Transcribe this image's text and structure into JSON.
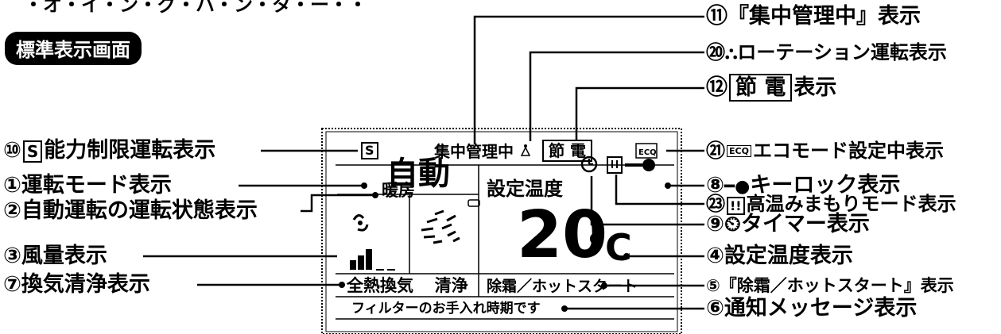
{
  "header": {
    "partial_top_text": "・オ・イ・ン・グ・ハ・ン・タ・ー・・"
  },
  "screen_badge": "標準表示画面",
  "panel": {
    "top_row": {
      "capacity_icon": "S",
      "central_control": "集中管理中",
      "rotation_icon": "ローテーション",
      "power_save": "節 電",
      "eco_icon": "ECO"
    },
    "mode": "自動",
    "auto_state": "暖房",
    "set_temp_label": "設定温度",
    "set_temp_value": "20",
    "set_temp_unit": "°C",
    "ventilation": [
      "全熱換気",
      "清浄"
    ],
    "defrost": "除霜／ホットスタート",
    "notice": "フィルターのお手入れ時期です"
  },
  "callouts_left": [
    {
      "num": "⑩",
      "icon": "S",
      "text": "能力制限運転表示"
    },
    {
      "num": "①",
      "text": "運転モード表示"
    },
    {
      "num": "②",
      "text": "自動運転の運転状態表示"
    },
    {
      "num": "③",
      "text": "風量表示"
    },
    {
      "num": "⑦",
      "text": "換気清浄表示"
    }
  ],
  "callouts_right": [
    {
      "num": "⑪",
      "text": "『集中管理中』表示"
    },
    {
      "num": "⑳",
      "icon": "rotation",
      "text": "ローテーション運転表示"
    },
    {
      "num": "⑫",
      "boxed": "節 電",
      "text": "表示"
    },
    {
      "num": "㉑",
      "icon": "eco",
      "text": "エコモード設定中表示"
    },
    {
      "num": "⑧",
      "icon": "key",
      "text": "キーロック表示"
    },
    {
      "num": "㉓",
      "icon": "alert",
      "text": "高温みまもりモード表示"
    },
    {
      "num": "⑨",
      "icon": "timer",
      "text": "タイマー表示"
    },
    {
      "num": "④",
      "text": "設定温度表示"
    },
    {
      "num": "⑤",
      "text": "『除霜／ホットスタート』表示"
    },
    {
      "num": "⑥",
      "text": "通知メッセージ表示"
    }
  ],
  "icons": [
    "timer-icon",
    "alert-icon",
    "key-icon",
    "fan-icon",
    "louver-icon",
    "rotation-icon",
    "eco-icon"
  ]
}
